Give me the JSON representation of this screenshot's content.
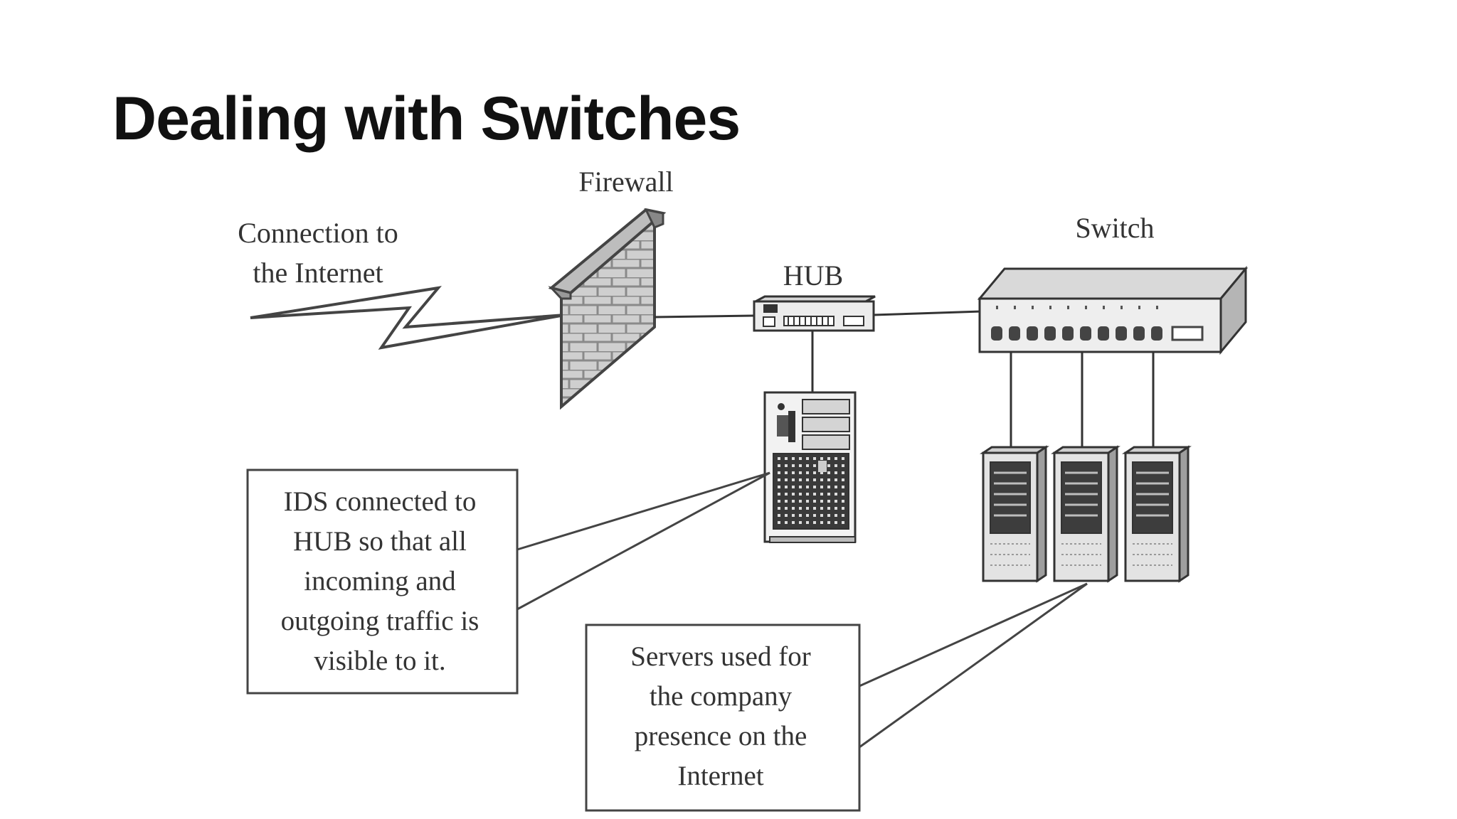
{
  "title": "Dealing with Switches",
  "labels": {
    "internet": [
      "Connection to",
      "the Internet"
    ],
    "firewall": "Firewall",
    "hub": "HUB",
    "switch": "Switch"
  },
  "callouts": {
    "ids": [
      "IDS connected to",
      "HUB so that all",
      "incoming and",
      "outgoing traffic is",
      "visible to it."
    ],
    "servers": [
      "Servers used for",
      "the company",
      "presence on the",
      "Internet"
    ]
  }
}
